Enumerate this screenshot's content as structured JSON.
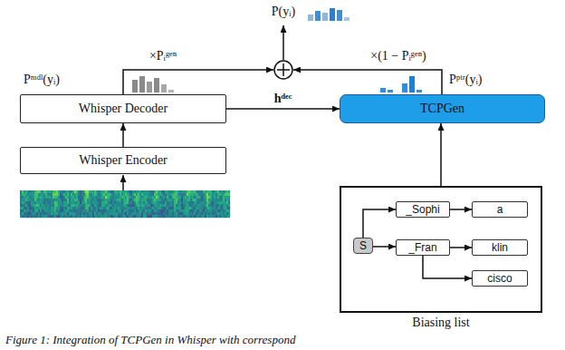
{
  "diagram": {
    "caption": "Figure 1: Integration of TCPGen in Whisper with correspond",
    "nodes": [
      {
        "text": [
          "Whisper Decoder"
        ]
      },
      {
        "text": [
          "Whisper Encoder"
        ]
      },
      {
        "text": [
          "TCPGen"
        ]
      },
      {
        "text": [
          "Biasing list"
        ]
      },
      {
        "text": [
          "S"
        ],
        "in": 3
      },
      {
        "text": [
          "_Sophi"
        ],
        "in": 3
      },
      {
        "text": [
          "a"
        ],
        "in": 3
      },
      {
        "text": [
          "_Fran"
        ],
        "in": 3
      },
      {
        "text": [
          "klin"
        ],
        "in": 3
      },
      {
        "text": [
          "cisco"
        ],
        "in": 3
      }
    ],
    "edges": [
      {
        "from": 1,
        "to": 0,
        "arrow": "to"
      },
      {
        "from": 0,
        "to": 2,
        "arrow": "to",
        "label": "hᵈᵉᶜ"
      },
      {
        "from": 3,
        "to": 2,
        "arrow": "to"
      },
      {
        "from": 4,
        "to": 5,
        "arrow": "to"
      },
      {
        "from": 5,
        "to": 6,
        "arrow": "to"
      },
      {
        "from": 4,
        "to": 7,
        "arrow": "to"
      },
      {
        "from": 7,
        "to": 8,
        "arrow": "to"
      },
      {
        "from": 7,
        "to": 9,
        "arrow": "to"
      }
    ],
    "labels": [
      "P(yᵢ)",
      "×Pᵢᵍᵉⁿ",
      "×(1 − Pᵢᵍᵉⁿ)",
      "Pᵐᵈˡ(yᵢ)",
      "Pᵖᵗʳ(yᵢ)"
    ]
  }
}
